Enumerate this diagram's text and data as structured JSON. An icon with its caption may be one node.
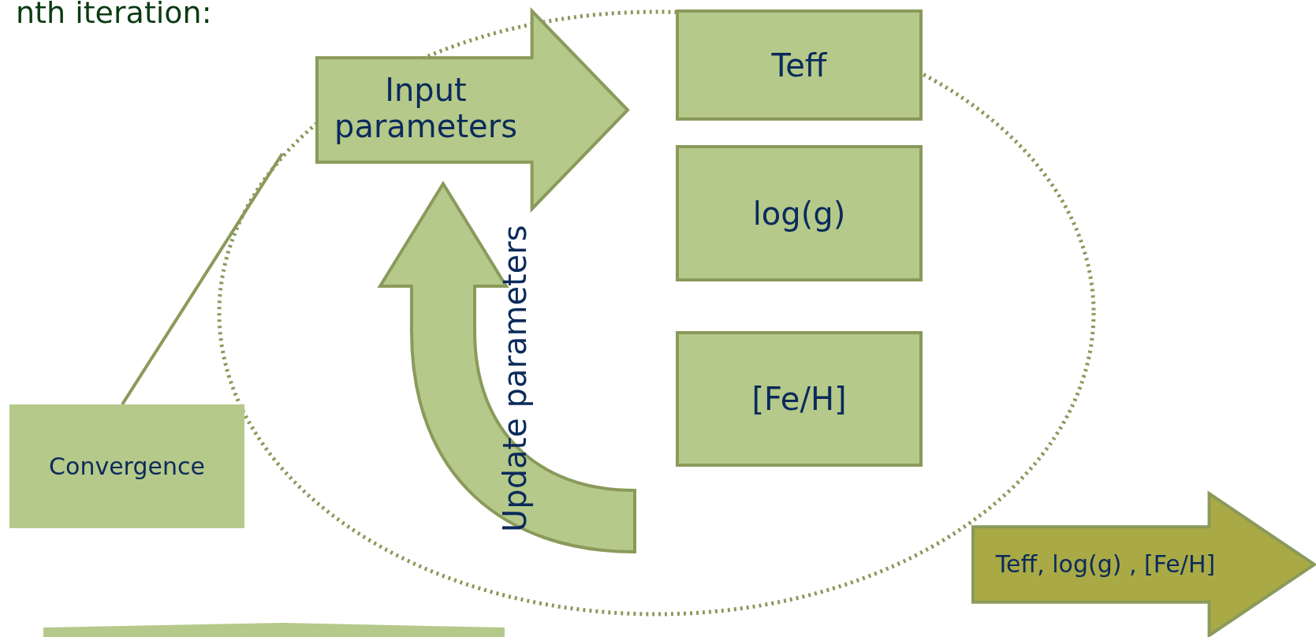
{
  "diagram": {
    "title": "nth iteration:",
    "nodes": [
      {
        "text": [],
        "shape": "circle"
      },
      {
        "text": [
          "Input parameters"
        ],
        "in": 0
      },
      {
        "text": [
          "Teff"
        ],
        "in": 0
      },
      {
        "text": [
          "log(g)"
        ],
        "in": 0
      },
      {
        "text": [
          "[Fe/H]"
        ],
        "in": 0
      },
      {
        "text": [
          "Update parameters"
        ],
        "in": 0
      },
      {
        "text": [
          "Convergence"
        ]
      },
      {
        "text": [
          "Teff, log(g) , [Fe/H]"
        ]
      },
      {
        "text": [],
        "shape": "box"
      }
    ],
    "edges": [
      {
        "from": 6,
        "to": 0,
        "arrow": "none"
      }
    ]
  }
}
